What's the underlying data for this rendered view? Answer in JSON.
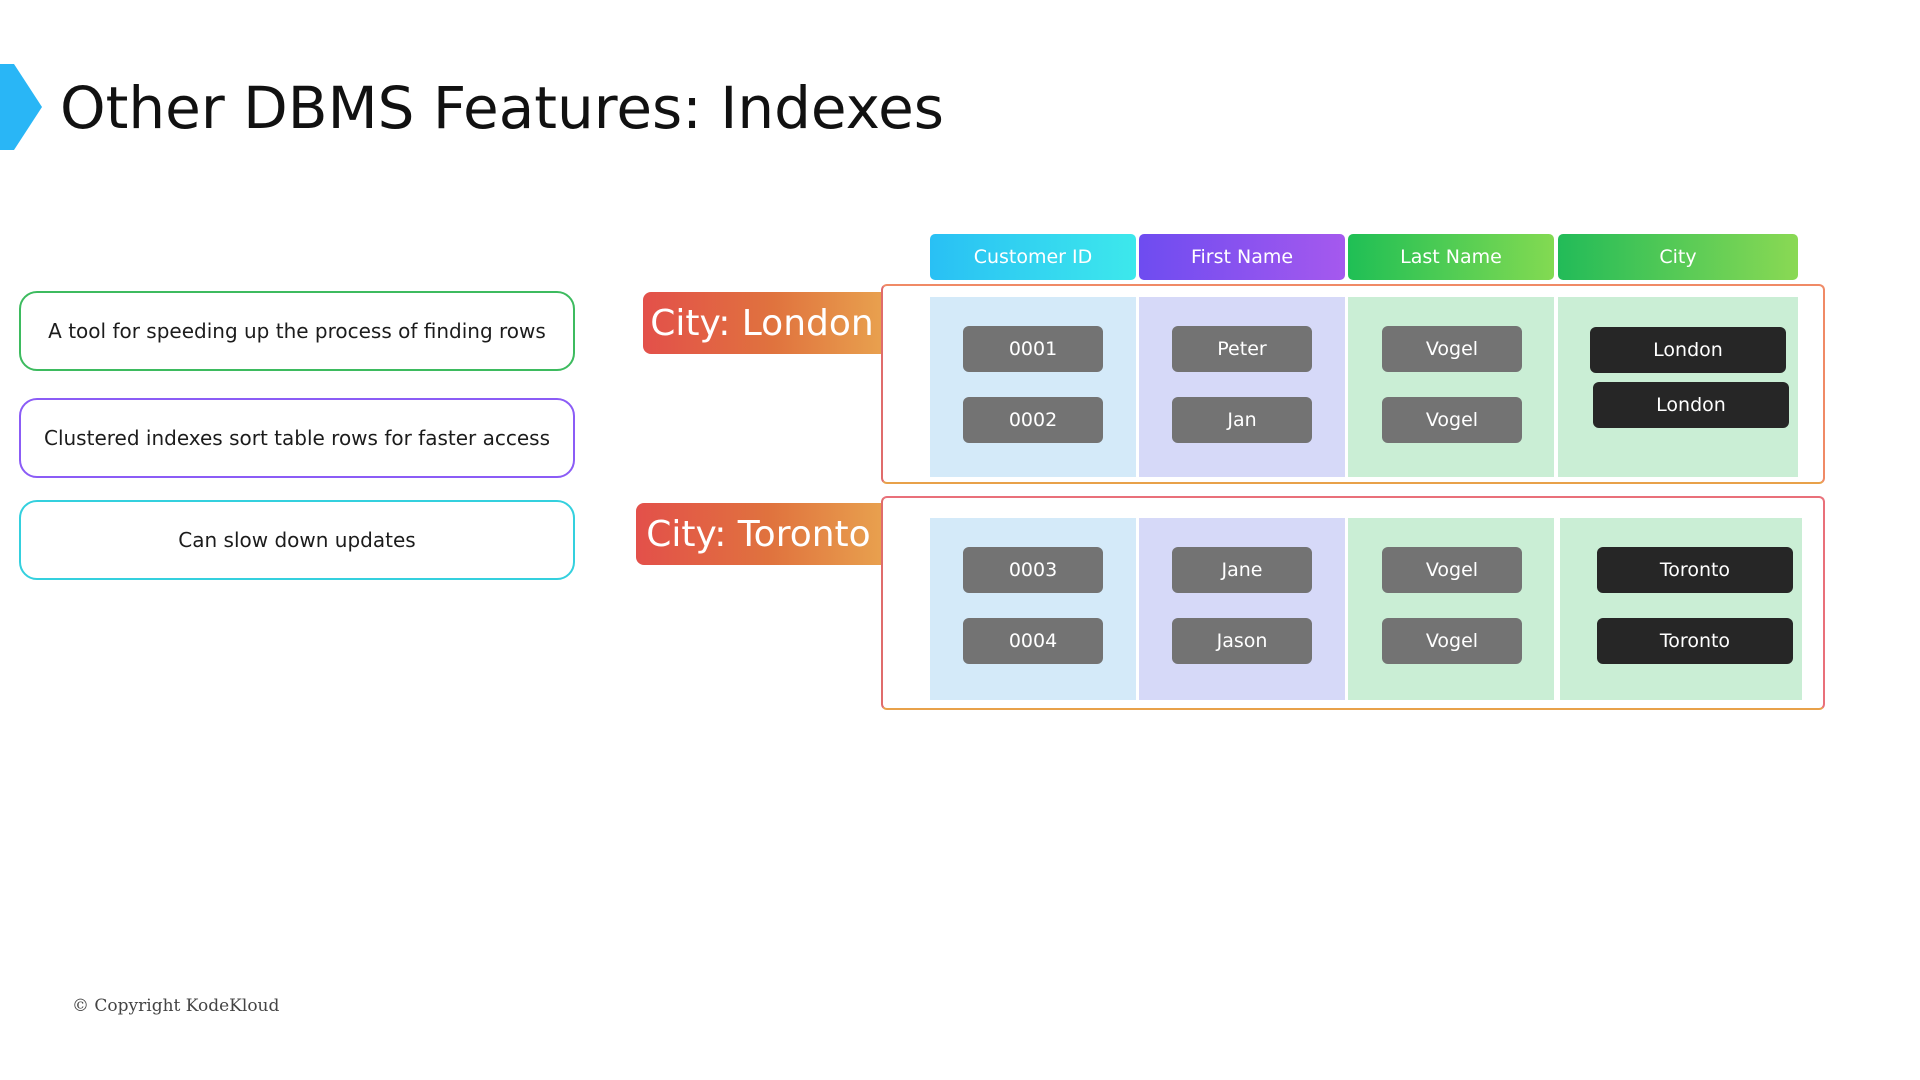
{
  "slide": {
    "title": "Other DBMS Features: Indexes",
    "footer": "© Copyright KodeKloud"
  },
  "features": [
    "A tool for speeding up the process of finding rows",
    "Clustered indexes sort table rows for faster access",
    "Can slow down updates"
  ],
  "table": {
    "headers": [
      "Customer ID",
      "First Name",
      "Last Name",
      "City"
    ],
    "groups": [
      {
        "label": "City: London",
        "rows": [
          {
            "id": "0001",
            "first": "Peter",
            "last": "Vogel",
            "city": "London"
          },
          {
            "id": "0002",
            "first": "Jan",
            "last": "Vogel",
            "city": "London"
          }
        ]
      },
      {
        "label": "City: Toronto",
        "rows": [
          {
            "id": "0003",
            "first": "Jane",
            "last": "Vogel",
            "city": "Toronto"
          },
          {
            "id": "0004",
            "first": "Jason",
            "last": "Vogel",
            "city": "Toronto"
          }
        ]
      }
    ]
  },
  "colors": {
    "accent_arrow": "#29b6f6",
    "group_label": "#e0733e",
    "cell_value": "#737373",
    "cell_city": "#262626"
  }
}
